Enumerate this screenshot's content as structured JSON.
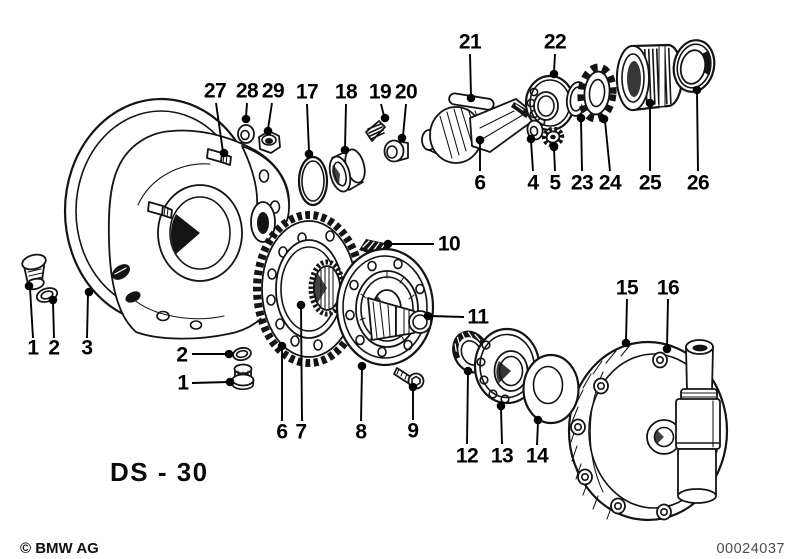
{
  "diagram": {
    "drawing_code": "DS - 30",
    "copyright": "© BMW AG",
    "diagram_number": "00024037"
  },
  "colors": {
    "background": "#ffffff",
    "line_art": "#141414",
    "callout_text": "#000000",
    "diagram_number_text": "#4d4d4d"
  },
  "callouts": [
    {
      "label": "27"
    },
    {
      "label": "28"
    },
    {
      "label": "29"
    },
    {
      "label": "17"
    },
    {
      "label": "18"
    },
    {
      "label": "19"
    },
    {
      "label": "20"
    },
    {
      "label": "21"
    },
    {
      "label": "22"
    },
    {
      "label": "6"
    },
    {
      "label": "4"
    },
    {
      "label": "5"
    },
    {
      "label": "23"
    },
    {
      "label": "24"
    },
    {
      "label": "25"
    },
    {
      "label": "26"
    },
    {
      "label": "10"
    },
    {
      "label": "11"
    },
    {
      "label": "15"
    },
    {
      "label": "16"
    },
    {
      "label": "1"
    },
    {
      "label": "2"
    },
    {
      "label": "3"
    },
    {
      "label": "2"
    },
    {
      "label": "1"
    },
    {
      "label": "6"
    },
    {
      "label": "7"
    },
    {
      "label": "8"
    },
    {
      "label": "9"
    },
    {
      "label": "12"
    },
    {
      "label": "13"
    },
    {
      "label": "14"
    }
  ]
}
